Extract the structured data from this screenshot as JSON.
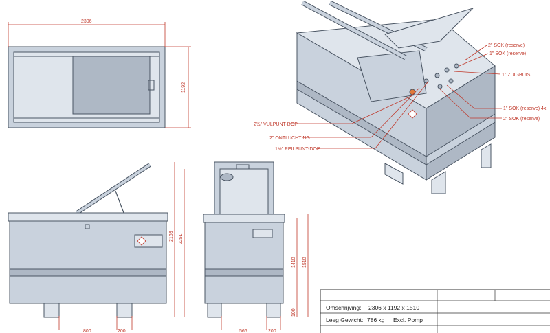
{
  "dimensions": {
    "top_width": "2306",
    "top_depth": "1192",
    "front_height_lid_open": "2163",
    "front_height_total": "2251",
    "side_height_1": "1410",
    "side_height_2": "1510",
    "side_foot": "100",
    "front_foot_spacing": "800",
    "front_foot_width": "200",
    "side_foot_spacing": "566",
    "side_foot_width": "200"
  },
  "callouts": {
    "sok2_reserve": "2\" SOK (reserve)",
    "sok1_reserve": "1\" SOK (reserve)",
    "zuigbuis": "1\" ZUIGBUIS",
    "sok1_reserve_4x": "1\" SOK (reserve) 4x",
    "sok2_reserve_b": "2\" SOK (reserve)",
    "vulpunt": "2½\" VULPUNT-DOP",
    "ontluchting": "2\" ONTLUCHTING",
    "peilpunt": "1½\" PEILPUNT-DOP"
  },
  "title_block": {
    "label_description": "Omschrijving:",
    "value_description": "2306 x 1192 x 1510",
    "label_weight": "Leeg Gewicht:",
    "value_weight": "786 kg",
    "note_weight": "Excl. Pomp"
  }
}
